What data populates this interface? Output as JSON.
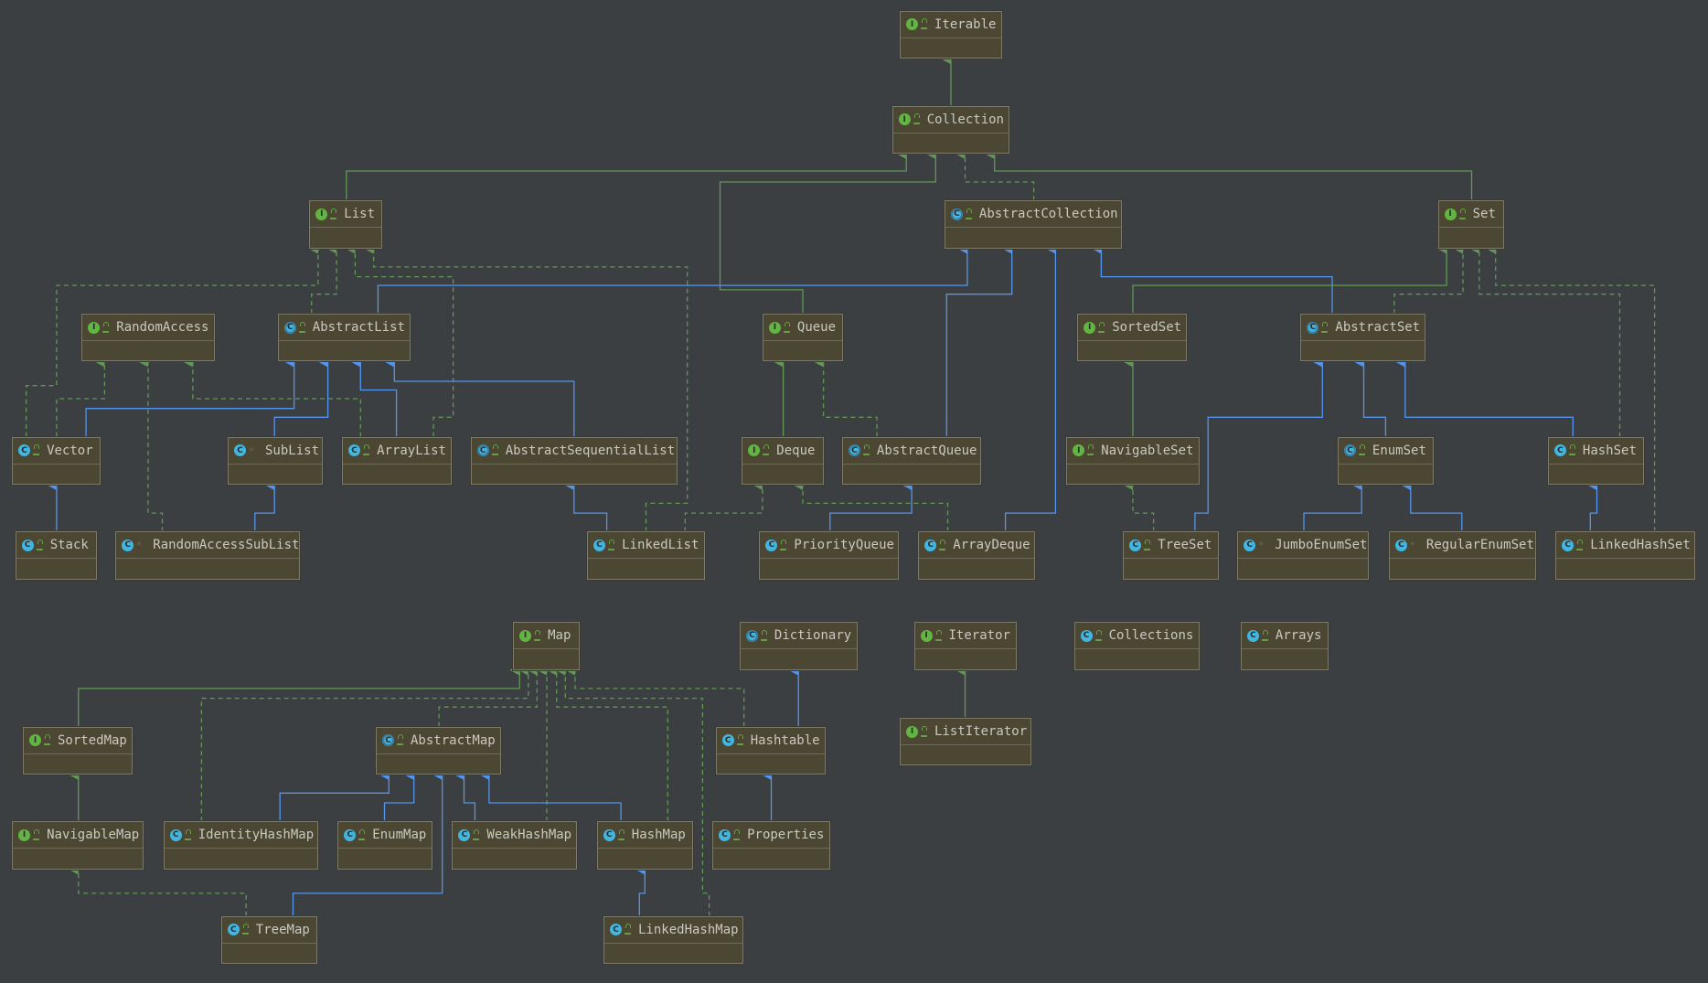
{
  "nodes": [
    {
      "id": "Iterable",
      "label": "Iterable",
      "kind": "I",
      "vis": "lock"
    },
    {
      "id": "Collection",
      "label": "Collection",
      "kind": "I",
      "vis": "lock"
    },
    {
      "id": "List",
      "label": "List",
      "kind": "I",
      "vis": "lock"
    },
    {
      "id": "AbstractCollection",
      "label": "AbstractCollection",
      "kind": "A",
      "vis": "lock"
    },
    {
      "id": "Set",
      "label": "Set",
      "kind": "I",
      "vis": "lock"
    },
    {
      "id": "RandomAccess",
      "label": "RandomAccess",
      "kind": "I",
      "vis": "lock"
    },
    {
      "id": "AbstractList",
      "label": "AbstractList",
      "kind": "A",
      "vis": "lock"
    },
    {
      "id": "Queue",
      "label": "Queue",
      "kind": "I",
      "vis": "lock"
    },
    {
      "id": "SortedSet",
      "label": "SortedSet",
      "kind": "I",
      "vis": "lock"
    },
    {
      "id": "AbstractSet",
      "label": "AbstractSet",
      "kind": "A",
      "vis": "lock"
    },
    {
      "id": "Vector",
      "label": "Vector",
      "kind": "C",
      "vis": "lock"
    },
    {
      "id": "SubList",
      "label": "SubList",
      "kind": "C",
      "vis": "pkg"
    },
    {
      "id": "ArrayList",
      "label": "ArrayList",
      "kind": "C",
      "vis": "lock"
    },
    {
      "id": "AbstractSequentialList",
      "label": "AbstractSequentialList",
      "kind": "A",
      "vis": "lock"
    },
    {
      "id": "Deque",
      "label": "Deque",
      "kind": "I",
      "vis": "lock"
    },
    {
      "id": "AbstractQueue",
      "label": "AbstractQueue",
      "kind": "A",
      "vis": "lock"
    },
    {
      "id": "NavigableSet",
      "label": "NavigableSet",
      "kind": "I",
      "vis": "lock"
    },
    {
      "id": "EnumSet",
      "label": "EnumSet",
      "kind": "A",
      "vis": "lock"
    },
    {
      "id": "HashSet",
      "label": "HashSet",
      "kind": "C",
      "vis": "lock"
    },
    {
      "id": "Stack",
      "label": "Stack",
      "kind": "C",
      "vis": "lock"
    },
    {
      "id": "RandomAccessSubList",
      "label": "RandomAccessSubList",
      "kind": "C",
      "vis": "pkg"
    },
    {
      "id": "LinkedList",
      "label": "LinkedList",
      "kind": "C",
      "vis": "lock"
    },
    {
      "id": "PriorityQueue",
      "label": "PriorityQueue",
      "kind": "C",
      "vis": "lock"
    },
    {
      "id": "ArrayDeque",
      "label": "ArrayDeque",
      "kind": "C",
      "vis": "lock"
    },
    {
      "id": "TreeSet",
      "label": "TreeSet",
      "kind": "C",
      "vis": "lock"
    },
    {
      "id": "JumboEnumSet",
      "label": "JumboEnumSet",
      "kind": "C",
      "vis": "pkg"
    },
    {
      "id": "RegularEnumSet",
      "label": "RegularEnumSet",
      "kind": "C",
      "vis": "pkg"
    },
    {
      "id": "LinkedHashSet",
      "label": "LinkedHashSet",
      "kind": "C",
      "vis": "lock"
    },
    {
      "id": "Map",
      "label": "Map",
      "kind": "I",
      "vis": "lock"
    },
    {
      "id": "Dictionary",
      "label": "Dictionary",
      "kind": "A",
      "vis": "lock"
    },
    {
      "id": "Iterator",
      "label": "Iterator",
      "kind": "I",
      "vis": "lock"
    },
    {
      "id": "Collections",
      "label": "Collections",
      "kind": "C",
      "vis": "lock"
    },
    {
      "id": "Arrays",
      "label": "Arrays",
      "kind": "C",
      "vis": "lock"
    },
    {
      "id": "ListIterator",
      "label": "ListIterator",
      "kind": "I",
      "vis": "lock"
    },
    {
      "id": "SortedMap",
      "label": "SortedMap",
      "kind": "I",
      "vis": "lock"
    },
    {
      "id": "AbstractMap",
      "label": "AbstractMap",
      "kind": "A",
      "vis": "lock"
    },
    {
      "id": "Hashtable",
      "label": "Hashtable",
      "kind": "C",
      "vis": "lock"
    },
    {
      "id": "NavigableMap",
      "label": "NavigableMap",
      "kind": "I",
      "vis": "lock"
    },
    {
      "id": "IdentityHashMap",
      "label": "IdentityHashMap",
      "kind": "C",
      "vis": "lock"
    },
    {
      "id": "EnumMap",
      "label": "EnumMap",
      "kind": "C",
      "vis": "lock"
    },
    {
      "id": "WeakHashMap",
      "label": "WeakHashMap",
      "kind": "C",
      "vis": "lock"
    },
    {
      "id": "HashMap",
      "label": "HashMap",
      "kind": "C",
      "vis": "lock"
    },
    {
      "id": "Properties",
      "label": "Properties",
      "kind": "C",
      "vis": "lock"
    },
    {
      "id": "TreeMap",
      "label": "TreeMap",
      "kind": "C",
      "vis": "lock"
    },
    {
      "id": "LinkedHashMap",
      "label": "LinkedHashMap",
      "kind": "C",
      "vis": "lock"
    }
  ],
  "edges": [
    {
      "from": "Collection",
      "to": "Iterable",
      "type": "extends"
    },
    {
      "from": "List",
      "to": "Collection",
      "type": "extends"
    },
    {
      "from": "Set",
      "to": "Collection",
      "type": "extends"
    },
    {
      "from": "Queue",
      "to": "Collection",
      "type": "extends"
    },
    {
      "from": "AbstractCollection",
      "to": "Collection",
      "type": "implements"
    },
    {
      "from": "AbstractList",
      "to": "AbstractCollection",
      "type": "class-extends"
    },
    {
      "from": "AbstractList",
      "to": "List",
      "type": "implements"
    },
    {
      "from": "AbstractQueue",
      "to": "AbstractCollection",
      "type": "class-extends"
    },
    {
      "from": "ArrayDeque",
      "to": "AbstractCollection",
      "type": "class-extends"
    },
    {
      "from": "AbstractSet",
      "to": "AbstractCollection",
      "type": "class-extends"
    },
    {
      "from": "AbstractSet",
      "to": "Set",
      "type": "implements"
    },
    {
      "from": "SortedSet",
      "to": "Set",
      "type": "extends"
    },
    {
      "from": "NavigableSet",
      "to": "SortedSet",
      "type": "extends"
    },
    {
      "from": "Deque",
      "to": "Queue",
      "type": "extends"
    },
    {
      "from": "AbstractQueue",
      "to": "Queue",
      "type": "implements"
    },
    {
      "from": "Vector",
      "to": "AbstractList",
      "type": "class-extends"
    },
    {
      "from": "Vector",
      "to": "List",
      "type": "implements"
    },
    {
      "from": "Vector",
      "to": "RandomAccess",
      "type": "implements"
    },
    {
      "from": "SubList",
      "to": "AbstractList",
      "type": "class-extends"
    },
    {
      "from": "ArrayList",
      "to": "AbstractList",
      "type": "class-extends"
    },
    {
      "from": "ArrayList",
      "to": "List",
      "type": "implements"
    },
    {
      "from": "ArrayList",
      "to": "RandomAccess",
      "type": "implements"
    },
    {
      "from": "AbstractSequentialList",
      "to": "AbstractList",
      "type": "class-extends"
    },
    {
      "from": "Stack",
      "to": "Vector",
      "type": "class-extends"
    },
    {
      "from": "RandomAccessSubList",
      "to": "SubList",
      "type": "class-extends"
    },
    {
      "from": "RandomAccessSubList",
      "to": "RandomAccess",
      "type": "implements"
    },
    {
      "from": "LinkedList",
      "to": "AbstractSequentialList",
      "type": "class-extends"
    },
    {
      "from": "LinkedList",
      "to": "List",
      "type": "implements"
    },
    {
      "from": "LinkedList",
      "to": "Deque",
      "type": "implements"
    },
    {
      "from": "PriorityQueue",
      "to": "AbstractQueue",
      "type": "class-extends"
    },
    {
      "from": "ArrayDeque",
      "to": "Deque",
      "type": "implements"
    },
    {
      "from": "TreeSet",
      "to": "AbstractSet",
      "type": "class-extends"
    },
    {
      "from": "TreeSet",
      "to": "NavigableSet",
      "type": "implements"
    },
    {
      "from": "EnumSet",
      "to": "AbstractSet",
      "type": "class-extends"
    },
    {
      "from": "HashSet",
      "to": "AbstractSet",
      "type": "class-extends"
    },
    {
      "from": "HashSet",
      "to": "Set",
      "type": "implements"
    },
    {
      "from": "JumboEnumSet",
      "to": "EnumSet",
      "type": "class-extends"
    },
    {
      "from": "RegularEnumSet",
      "to": "EnumSet",
      "type": "class-extends"
    },
    {
      "from": "LinkedHashSet",
      "to": "HashSet",
      "type": "class-extends"
    },
    {
      "from": "LinkedHashSet",
      "to": "Set",
      "type": "implements"
    },
    {
      "from": "ListIterator",
      "to": "Iterator",
      "type": "extends"
    },
    {
      "from": "SortedMap",
      "to": "Map",
      "type": "extends"
    },
    {
      "from": "AbstractMap",
      "to": "Map",
      "type": "implements"
    },
    {
      "from": "Hashtable",
      "to": "Map",
      "type": "implements"
    },
    {
      "from": "Hashtable",
      "to": "Dictionary",
      "type": "class-extends"
    },
    {
      "from": "NavigableMap",
      "to": "SortedMap",
      "type": "extends"
    },
    {
      "from": "IdentityHashMap",
      "to": "AbstractMap",
      "type": "class-extends"
    },
    {
      "from": "IdentityHashMap",
      "to": "Map",
      "type": "implements"
    },
    {
      "from": "EnumMap",
      "to": "AbstractMap",
      "type": "class-extends"
    },
    {
      "from": "WeakHashMap",
      "to": "AbstractMap",
      "type": "class-extends"
    },
    {
      "from": "WeakHashMap",
      "to": "Map",
      "type": "implements"
    },
    {
      "from": "HashMap",
      "to": "AbstractMap",
      "type": "class-extends"
    },
    {
      "from": "HashMap",
      "to": "Map",
      "type": "implements"
    },
    {
      "from": "Properties",
      "to": "Hashtable",
      "type": "class-extends"
    },
    {
      "from": "TreeMap",
      "to": "AbstractMap",
      "type": "class-extends"
    },
    {
      "from": "TreeMap",
      "to": "NavigableMap",
      "type": "implements"
    },
    {
      "from": "LinkedHashMap",
      "to": "HashMap",
      "type": "class-extends"
    },
    {
      "from": "LinkedHashMap",
      "to": "Map",
      "type": "implements"
    }
  ],
  "colors": {
    "background": "#3c3f41",
    "node_fill": "#4b4733",
    "interface_edge": "#629755",
    "class_edge": "#5394ec"
  }
}
